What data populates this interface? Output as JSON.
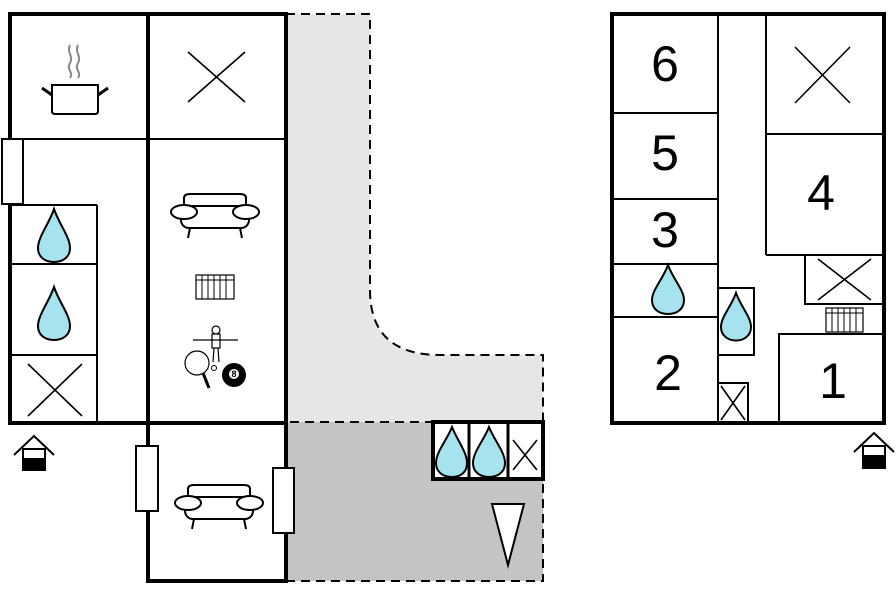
{
  "floor_plan": {
    "ground_floor": {
      "icons": [
        "cooking-pot-icon",
        "bed-icon",
        "sofa-icon",
        "radiator-icon",
        "table-football-icon",
        "table-tennis-icon",
        "billiard-icon",
        "shower-icon",
        "entrance-icon",
        "parking-icon"
      ],
      "billiard_ball_label": "8"
    },
    "upper_floor": {
      "room_numbers": [
        "6",
        "5",
        "3",
        "2",
        "4",
        "1"
      ],
      "icons": [
        "bed-icon",
        "shower-icon",
        "radiator-icon",
        "entrance-icon"
      ]
    },
    "colors": {
      "water": "#a7e3ee",
      "terrace": "#e6e6e6",
      "parking": "#c4c4c4",
      "wall": "#000000"
    }
  }
}
